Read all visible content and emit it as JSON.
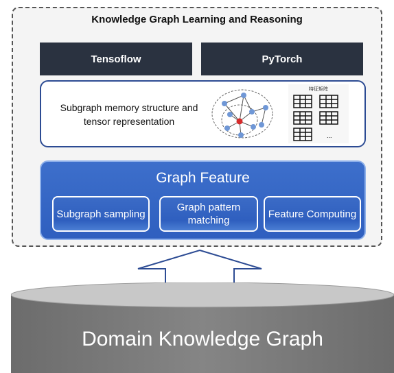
{
  "title": "Knowledge Graph Learning and Reasoning",
  "frameworks": [
    "Tensoflow",
    "PyTorch"
  ],
  "memory_text": "Subgraph memory structure and tensor representation",
  "tensor_title": "特征矩阵",
  "tensor_ellipsis": "...",
  "graph_feature": {
    "title": "Graph Feature",
    "boxes": [
      "Subgraph sampling",
      "Graph pattern matching",
      "Feature Computing"
    ]
  },
  "base_label": "Domain Knowledge Graph",
  "colors": {
    "framework_bg": "#2a3240",
    "feature_blue": "#2f5fbf",
    "db_gray": "#7b7b7b"
  }
}
